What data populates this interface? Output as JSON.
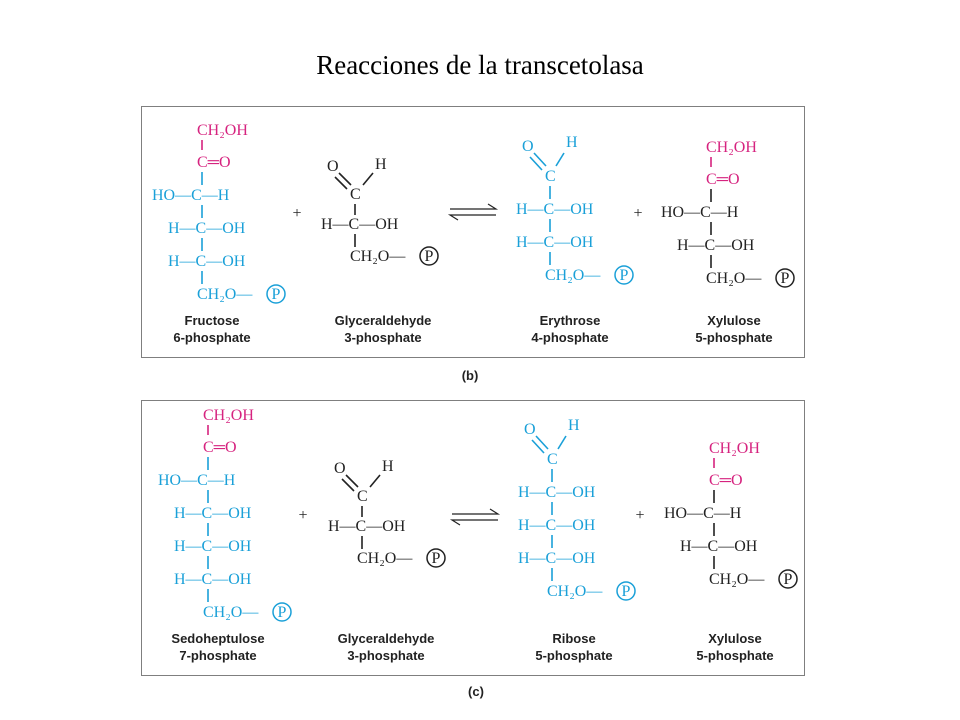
{
  "title": "Reacciones de la transcetolasa",
  "colors": {
    "pink": "#d6237f",
    "blue": "#1aa0d8",
    "black": "#222222",
    "frame": "#7f7f7f"
  },
  "symbols": {
    "plus": "+",
    "phosphate": "P",
    "equilibrium": "equilibrium-arrows-icon"
  },
  "groups": {
    "ch2oh": "CH₂OH",
    "c_eq_o": "C═O",
    "ho_c_h": "HO—C—H",
    "h_c_oh": "H—C—OH",
    "ch2o_dash": "CH₂O—",
    "ch2o": "CH₂O",
    "o": "O",
    "h": "H",
    "c": "C"
  },
  "reaction_b": {
    "label": "(b)",
    "compounds": [
      {
        "name1": "Fructose",
        "name2": "6-phosphate"
      },
      {
        "name1": "Glyceraldehyde",
        "name2": "3-phosphate"
      },
      {
        "name1": "Erythrose",
        "name2": "4-phosphate"
      },
      {
        "name1": "Xylulose",
        "name2": "5-phosphate"
      }
    ]
  },
  "reaction_c": {
    "label": "(c)",
    "compounds": [
      {
        "name1": "Sedoheptulose",
        "name2": "7-phosphate"
      },
      {
        "name1": "Glyceraldehyde",
        "name2": "3-phosphate"
      },
      {
        "name1": "Ribose",
        "name2": "5-phosphate"
      },
      {
        "name1": "Xylulose",
        "name2": "5-phosphate"
      }
    ]
  }
}
